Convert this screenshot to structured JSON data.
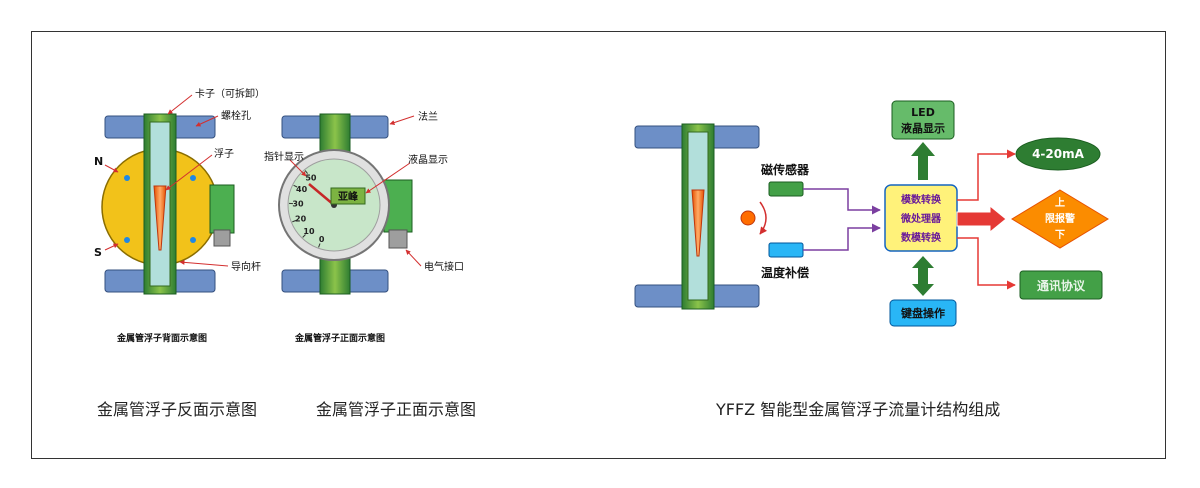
{
  "left_diagram": {
    "labels": {
      "clip": "卡子（可拆卸）",
      "bolt_hole": "螺栓孔",
      "float": "浮子",
      "north": "N",
      "south": "S",
      "guide_rod": "导向杆",
      "caption_small": "金属管浮子背面示意图"
    },
    "caption_large": "金属管浮子反面示意图"
  },
  "middle_diagram": {
    "labels": {
      "flange": "法兰",
      "pointer_display": "指针显示",
      "lcd_display": "液晶显示",
      "brand_badge": "亚峰",
      "air_connector": "电气接口",
      "caption_small": "金属管浮子正面示意图"
    },
    "dial_ticks": [
      "0",
      "10",
      "20",
      "30",
      "40",
      "50"
    ],
    "caption_large": "金属管浮子正面示意图"
  },
  "right_diagram": {
    "labels": {
      "magnetic_sensor": "磁传感器",
      "temp_comp": "温度补偿",
      "led_line1": "LED",
      "led_line2": "液晶显示",
      "cpu_line1": "模数转换",
      "cpu_line2": "微处理器",
      "cpu_line3": "数模转换",
      "keyboard": "键盘操作",
      "current_output": "4-20mA",
      "alarm_line1": "上",
      "alarm_line2": "限报警",
      "alarm_line3": "下",
      "protocol": "通讯协议"
    },
    "caption_large": "YFFZ 智能型金属管浮子流量计结构组成"
  },
  "colors": {
    "flange_blue": "#6d8fc7",
    "body_yellow": "#f2c21a",
    "green": "#4caf50",
    "cpu_yellow": "#fff27a",
    "arrow_red": "#e53935",
    "arrow_purple": "#7b3fa0"
  }
}
